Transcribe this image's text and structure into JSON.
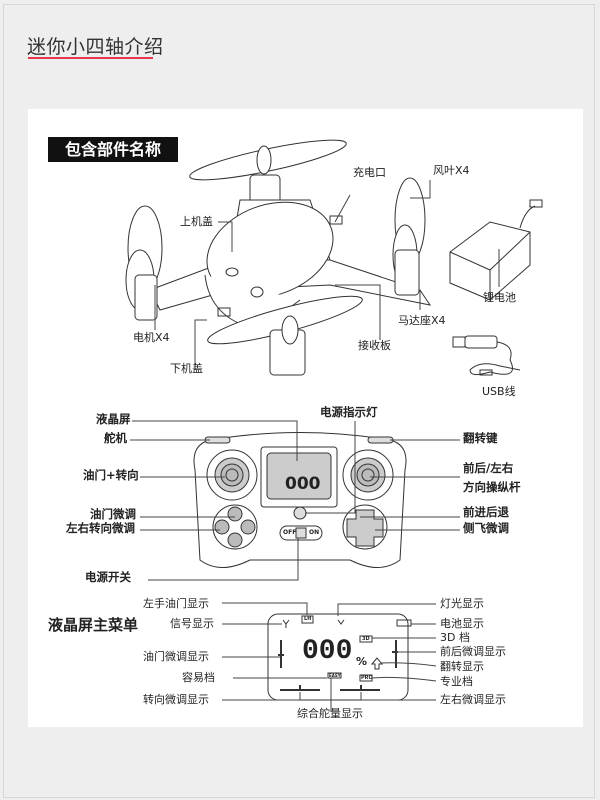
{
  "header": {
    "title": "迷你小四轴介绍",
    "accent_color": "#e8364d"
  },
  "parts_section": {
    "title": "包含部件名称",
    "labels": {
      "propeller": "风叶X4",
      "charge_port": "充电口",
      "top_cover": "上机盖",
      "battery": "锂电池",
      "motor_mount": "马达座X4",
      "motor": "电机X4",
      "receiver_board": "接收板",
      "bottom_cover": "下机盖",
      "usb_cable": "USB线"
    }
  },
  "controller": {
    "labels": {
      "lcd": "液晶屏",
      "power_indicator": "电源指示灯",
      "servo": "舵机",
      "flip_key": "翻转键",
      "throttle_rudder": "油门+转向",
      "direction_stick_1": "前后/左右",
      "direction_stick_2": "方向操纵杆",
      "throttle_trim": "油门微调",
      "forward_back": "前进后退",
      "rudder_trim": "左右转向微调",
      "side_trim": "侧飞微调",
      "power_switch": "电源开关"
    },
    "switch_off": "OFF",
    "switch_on": "ON",
    "lcd_digits": "000"
  },
  "lcd_menu": {
    "title": "液晶屏主菜单",
    "digits": "000",
    "percent": "%",
    "left_labels": {
      "left_hand_throttle": "左手油门显示",
      "signal": "信号显示",
      "throttle_trim": "油门微调显示",
      "easy_mode": "容易档",
      "rudder_trim": "转向微调显示"
    },
    "bottom_label": "综合舵量显示",
    "right_labels": {
      "light": "灯光显示",
      "battery": "电池显示",
      "mode_3d": "3D 档",
      "fb_trim": "前后微调显示",
      "flip": "翻转显示",
      "pro_mode": "专业档",
      "lr_trim": "左右微调显示"
    },
    "tags": {
      "lh": "LH",
      "mode3d": "3D",
      "easy": "EASY",
      "pro": "PRO"
    }
  }
}
